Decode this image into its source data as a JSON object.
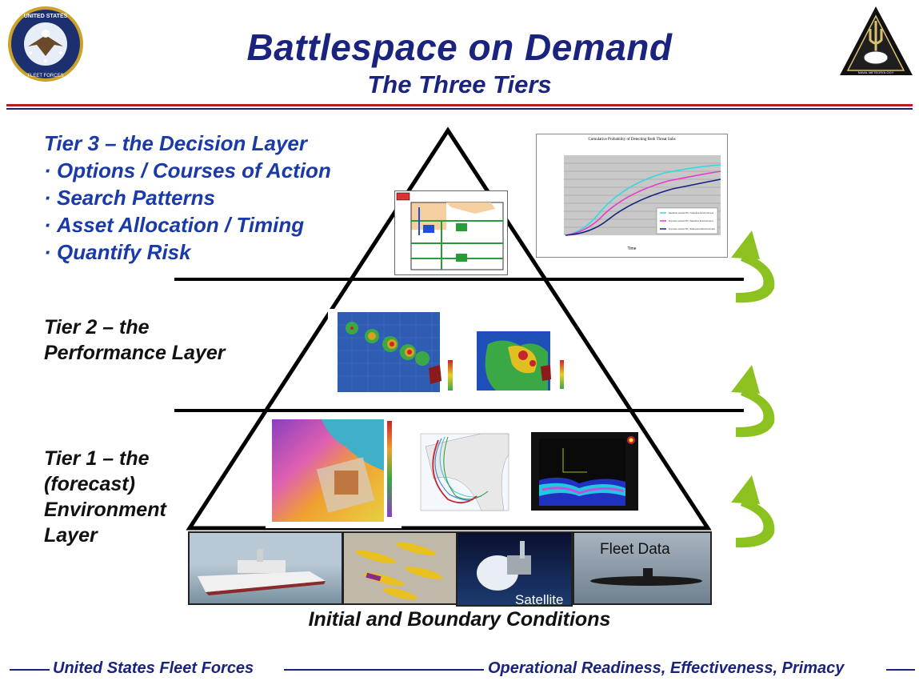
{
  "header": {
    "title": "Battlespace on Demand",
    "subtitle": "The Three Tiers",
    "left_seal": {
      "text": "UNITED STATES FLEET FORCES COMMAND",
      "icon": "eagle-seal"
    },
    "right_logo": {
      "text": "NAVAL METEOROLOGY AND OCEANOGRAPHY COMMAND",
      "icon": "trident-globe-logo"
    }
  },
  "tier3": {
    "heading": "Tier 3 – the Decision Layer",
    "bullets": [
      "Options / Courses of Action",
      "Search Patterns",
      "Asset Allocation / Timing",
      "Quantify Risk"
    ]
  },
  "tier2": {
    "line1": "Tier 2 – the",
    "line2": "Performance Layer"
  },
  "tier1": {
    "line1": "Tier 1 – the",
    "line2": "(forecast)",
    "line3": "Environment",
    "line4": "Layer"
  },
  "inset_chart": {
    "title": "Cumulative Probability of Detecting Both Threat Subs",
    "xlabel": "Time",
    "legend": [
      "baseline sorted Pb / baseline Environment",
      "improve sorted Pb / baseline Environment",
      "improve sorted Pb / Enhanced Environment"
    ]
  },
  "photos": {
    "fleet_data": "Fleet Data",
    "satellite": "Satellite"
  },
  "base_label": "Initial and Boundary Conditions",
  "footer": {
    "left": "United States Fleet Forces",
    "right": "Operational Readiness, Effectiveness, Primacy"
  },
  "colors": {
    "title": "#1a237e",
    "tier3_text": "#1a3aa8",
    "rule_red": "#b41e2b",
    "arrow_green": "#8cc21f"
  }
}
